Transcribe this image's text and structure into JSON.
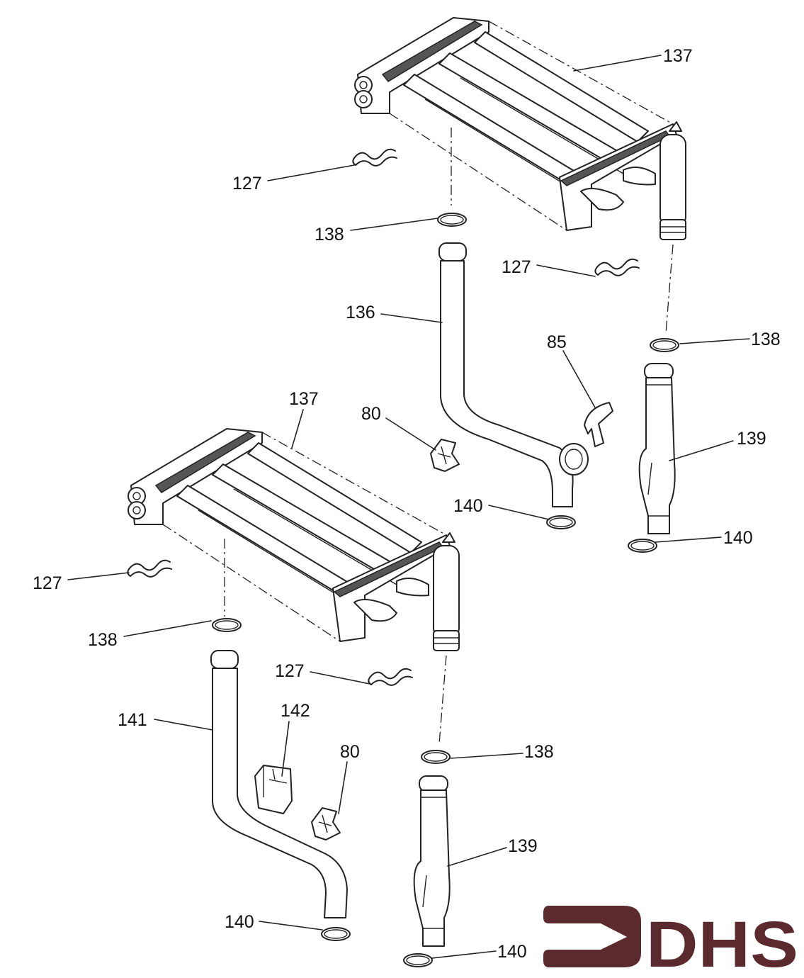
{
  "diagram": {
    "title": "Heat exchanger assembly exploded view",
    "labels": {
      "top_exchanger": "137",
      "top_clip_left": "127",
      "top_oring_left": "138",
      "top_clip_right": "127",
      "top_pipe": "136",
      "clip_85": "85",
      "top_oring_right": "138",
      "bottom_exchanger": "137",
      "top_clip_80": "80",
      "top_pipe_139": "139",
      "top_oring_140_left": "140",
      "top_oring_140_right": "140",
      "bottom_clip_left": "127",
      "bottom_oring_left": "138",
      "bottom_clip_right": "127",
      "bottom_pipe_141": "141",
      "sensor_142": "142",
      "bottom_clip_80": "80",
      "bottom_oring_right": "138",
      "bottom_pipe_139": "139",
      "bottom_oring_140_left": "140",
      "bottom_oring_140_right": "140"
    }
  },
  "logo": {
    "text": "DHS",
    "color": "#5a2a2e"
  }
}
